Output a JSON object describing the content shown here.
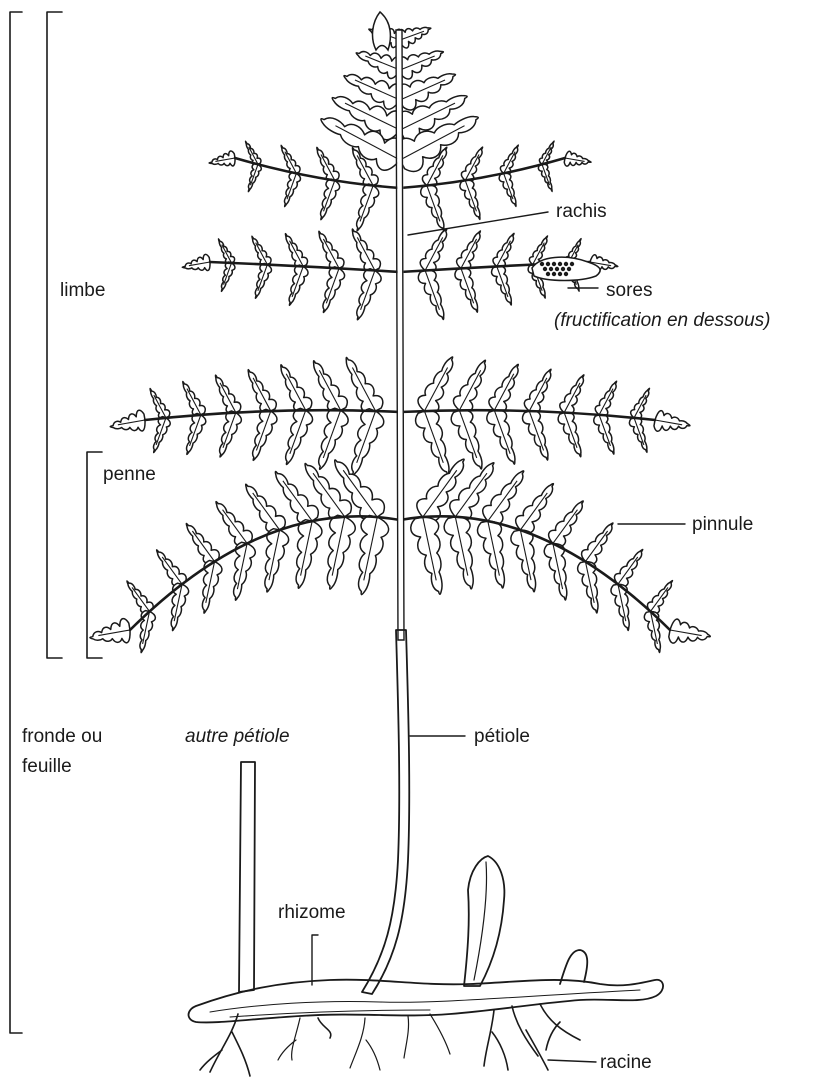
{
  "labels": {
    "limbe": "limbe",
    "penne": "penne",
    "fronde_line1": "fronde ou",
    "fronde_line2": "feuille",
    "rachis": "rachis",
    "sores": "sores",
    "sores_note": "(fructification en dessous)",
    "pinnule": "pinnule",
    "petiole": "pétiole",
    "autre_petiole": "autre pétiole",
    "rhizome": "rhizome",
    "racine": "racine"
  },
  "colors": {
    "ink": "#1a1a1a",
    "fill": "#ffffff",
    "rhizome_tone": "#f1f1f1"
  }
}
